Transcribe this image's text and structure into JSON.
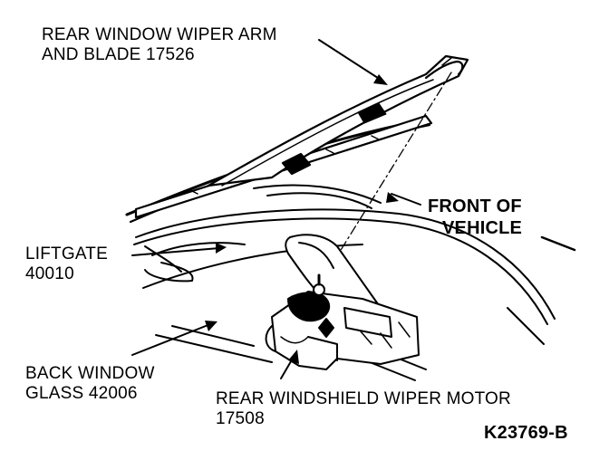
{
  "labels": {
    "wiper_arm": {
      "line1": "REAR WINDOW WIPER ARM",
      "line2": "AND BLADE 17526"
    },
    "front": {
      "line1": "FRONT OF",
      "line2": "VEHICLE"
    },
    "liftgate": {
      "line1": "LIFTGATE",
      "line2": "40010"
    },
    "back_glass": {
      "line1": "BACK WINDOW",
      "line2": "GLASS 42006"
    },
    "motor": {
      "line1": "REAR WINDSHIELD WIPER MOTOR",
      "line2": "17508"
    },
    "figure_code": "K23769-B"
  },
  "colors": {
    "ink": "#000000",
    "paper": "#ffffff"
  }
}
